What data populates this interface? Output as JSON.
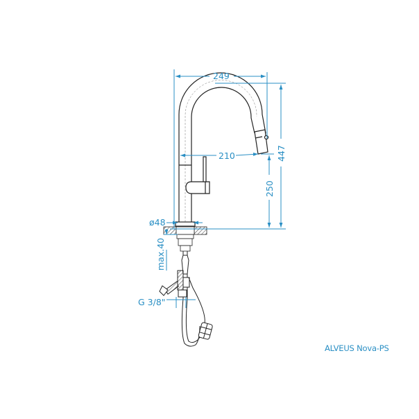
{
  "product": {
    "name": "ALVEUS Nova-PS"
  },
  "dimensions": {
    "overall_reach": "249",
    "spout_reach": "210",
    "overall_height": "447",
    "outlet_height": "250",
    "base_diameter": "ø48",
    "max_deck_thickness": "max.40",
    "connection_thread": "G 3/8\""
  },
  "colors": {
    "dimension_lines": "#2a8fc4",
    "outline": "#222222",
    "background": "#ffffff"
  }
}
